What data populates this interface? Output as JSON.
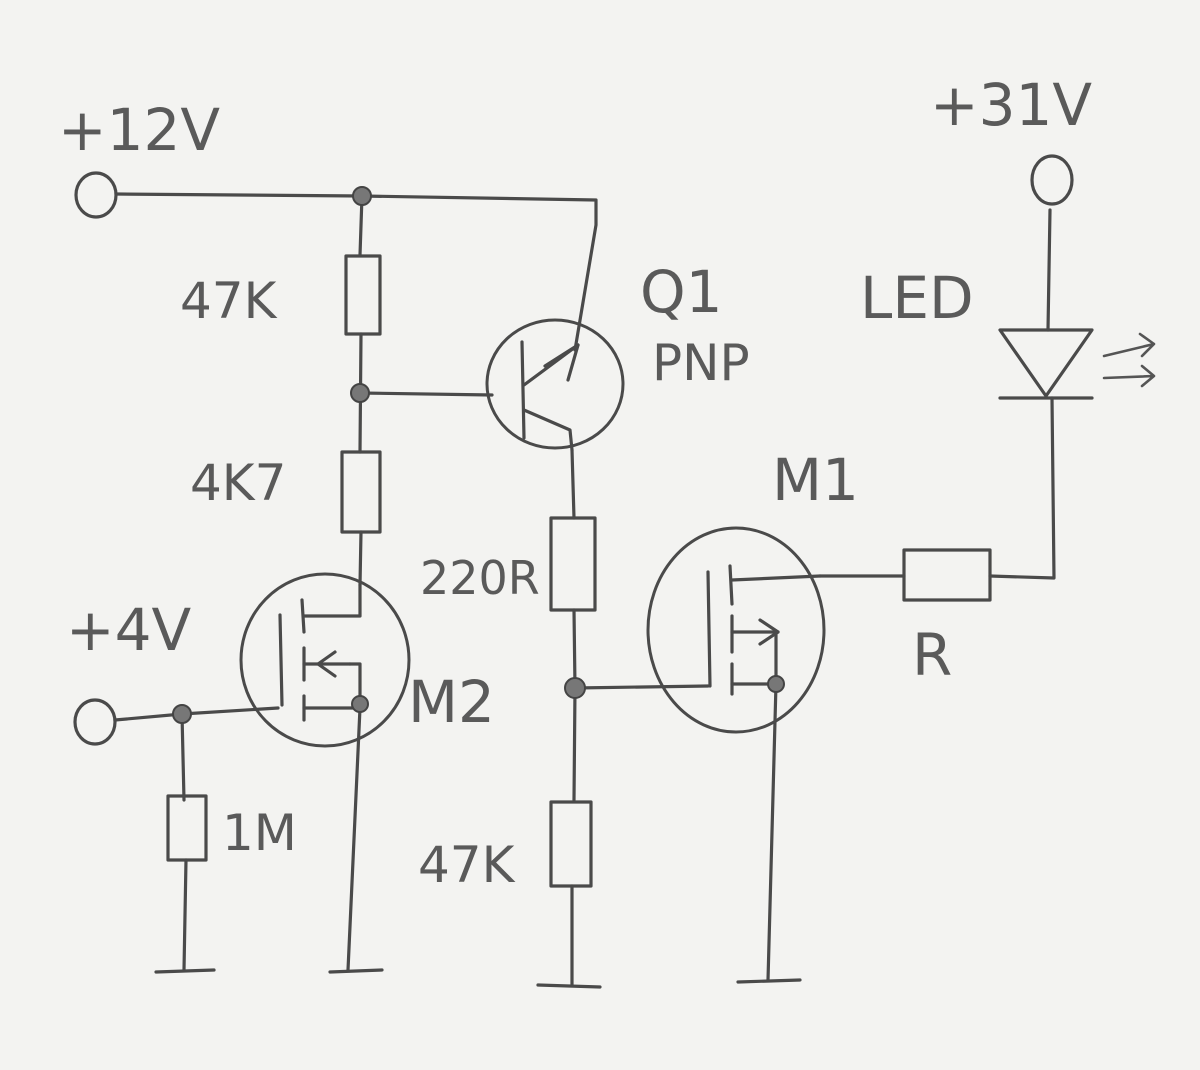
{
  "supplies": {
    "v12": "+12V",
    "v31": "+31V",
    "v4": "+4V"
  },
  "resistors": {
    "r_top": "47K",
    "r_mid": "4K7",
    "r_base": "220R",
    "r_bottom": "47K",
    "r_pull": "1M",
    "r_led": "R"
  },
  "transistors": {
    "q1_name": "Q1",
    "q1_type": "PNP",
    "m1_name": "M1",
    "m2_name": "M2"
  },
  "led": {
    "label": "LED"
  },
  "colors": {
    "pencil": "#4a4a4a",
    "paper": "#f3f3f1"
  }
}
